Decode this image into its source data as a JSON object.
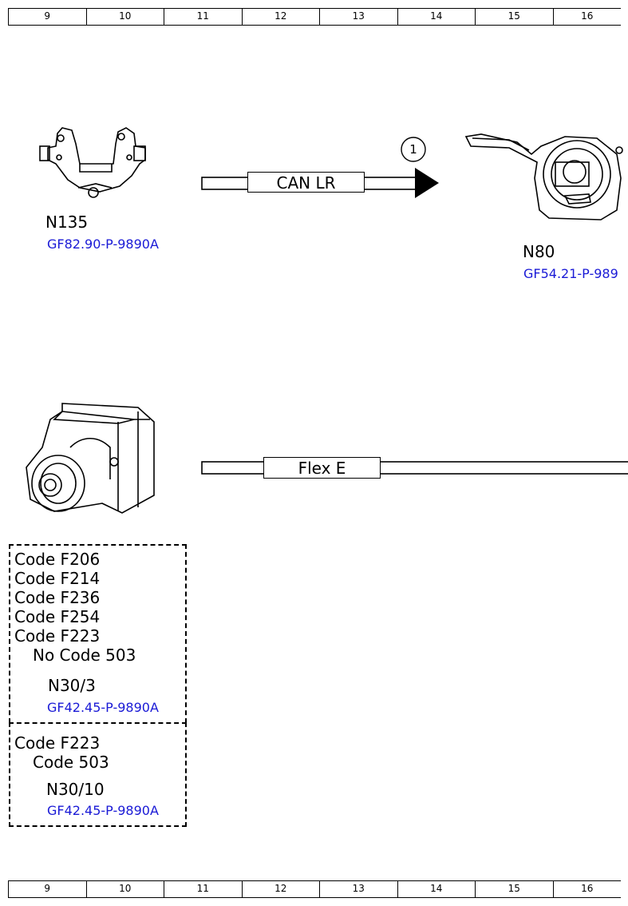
{
  "ruler": {
    "columns": [
      "9",
      "10",
      "11",
      "12",
      "13",
      "14",
      "15",
      "16"
    ]
  },
  "components": {
    "n135": {
      "label": "N135",
      "ref": "GF82.90-P-9890A"
    },
    "n80": {
      "label": "N80",
      "ref": "GF54.21-P-989"
    }
  },
  "connections": {
    "can": {
      "label": "CAN LR",
      "marker": "1"
    },
    "flex": {
      "label": "Flex E"
    }
  },
  "box1": {
    "codes": [
      "Code F206",
      "Code F214",
      "Code F236",
      "Code F254",
      "Code F223"
    ],
    "sub": "No Code 503",
    "label": "N30/3",
    "ref": "GF42.45-P-9890A"
  },
  "box2": {
    "code": "Code F223",
    "sub": "Code 503",
    "label": "N30/10",
    "ref": "GF42.45-P-9890A"
  }
}
